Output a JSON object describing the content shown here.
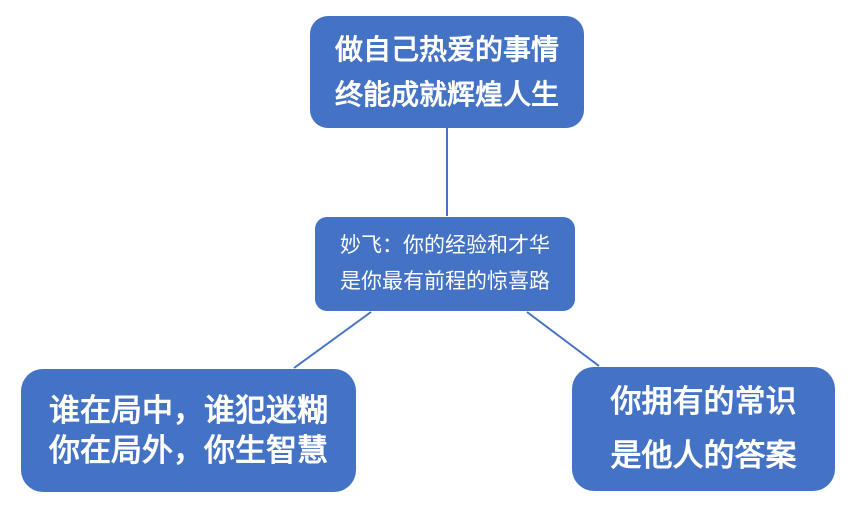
{
  "diagram": {
    "type": "mind-map",
    "colors": {
      "node_fill": "#4472C4",
      "connector_color": "#4472C4",
      "text_color": "#ffffff",
      "canvas_bg": "#ffffff"
    },
    "nodes": {
      "top": {
        "line1": "做自己热爱的事情",
        "line2": "终能成就辉煌人生"
      },
      "center": {
        "line1": "妙飞：你的经验和才华",
        "line2": "是你最有前程的惊喜路"
      },
      "bottom_left": {
        "line1": "谁在局中，谁犯迷糊",
        "line2": "你在局外，你生智慧"
      },
      "bottom_right": {
        "line1": "你拥有的常识",
        "line2": "是他人的答案"
      }
    },
    "connections": [
      {
        "from": "top",
        "to": "center"
      },
      {
        "from": "center",
        "to": "bottom_left"
      },
      {
        "from": "center",
        "to": "bottom_right"
      }
    ]
  }
}
